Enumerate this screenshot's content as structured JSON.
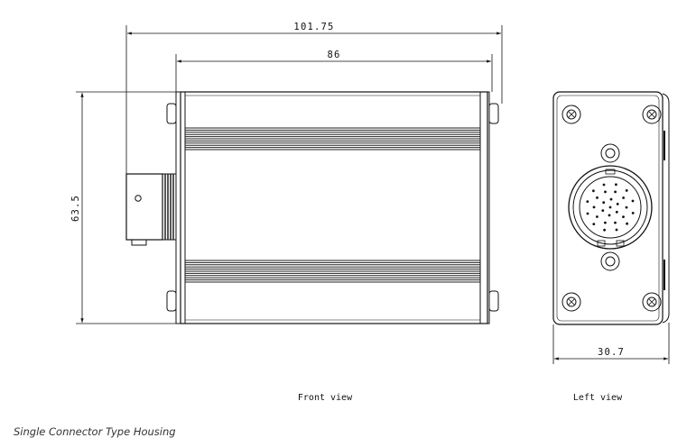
{
  "dimensions": {
    "overall_length": "101.75",
    "body_length": "86",
    "height": "63.5",
    "width": "30.7"
  },
  "views": {
    "front": "Front view",
    "left": "Left view"
  },
  "caption": "Single Connector Type Housing",
  "colors": {
    "line": "#111111",
    "fin": "#222222"
  }
}
